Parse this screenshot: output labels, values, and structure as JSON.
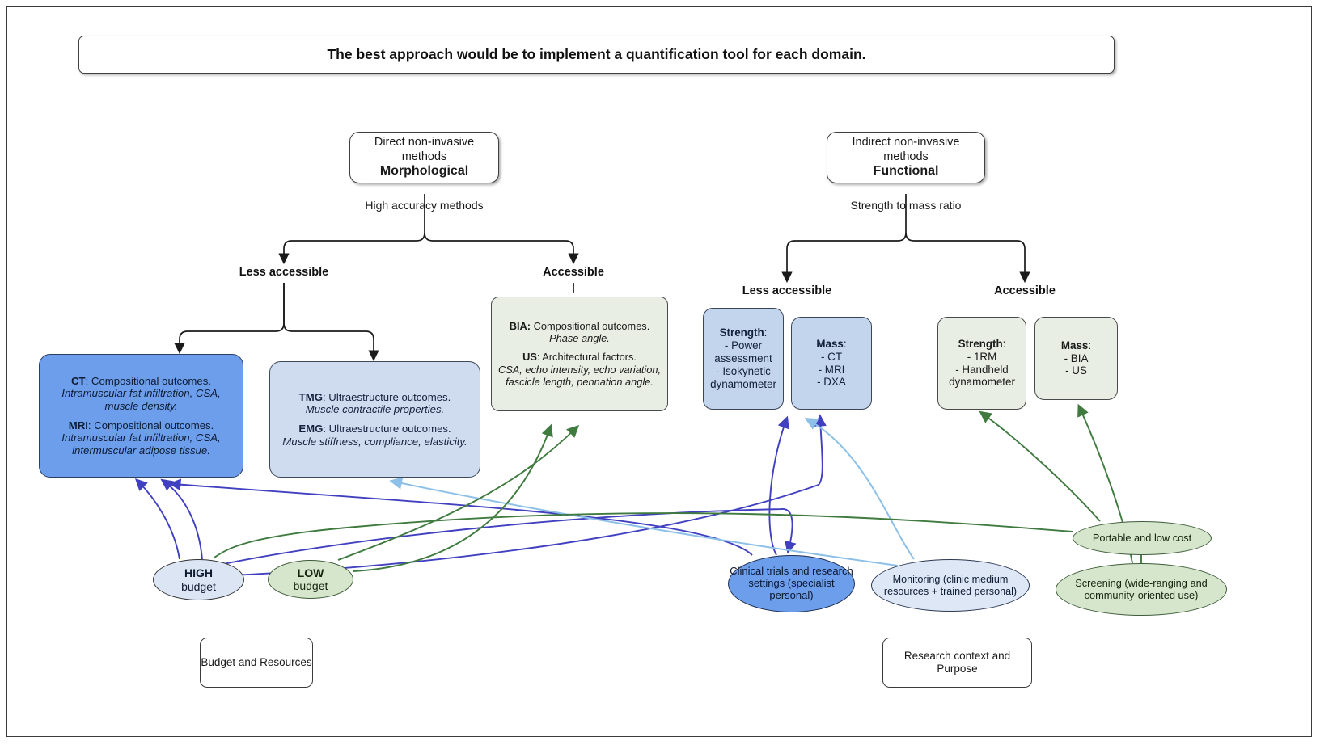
{
  "title": "The best approach would be to implement a quantification tool for each domain.",
  "branches": {
    "morphological": {
      "line1": "Direct non-invasive",
      "line2": "methods",
      "emphasis": "Morphological",
      "caption": "High accuracy methods",
      "left_label": "Less accessible",
      "right_label": "Accessible"
    },
    "functional": {
      "line1": "Indirect non-invasive",
      "line2": "methods",
      "emphasis": "Functional",
      "caption": "Strength to mass ratio",
      "left_label": "Less accessible",
      "right_label": "Accessible"
    }
  },
  "method_boxes": {
    "ct_mri": {
      "ct_label": "CT",
      "ct_text": ": Compositional outcomes.",
      "ct_italic": "Intramuscular fat infiltration, CSA, muscle density.",
      "mri_label": "MRI",
      "mri_text": ": Compositional outcomes.",
      "mri_italic": "Intramuscular fat infiltration, CSA, intermuscular adipose tissue."
    },
    "tmg_emg": {
      "tmg_label": "TMG",
      "tmg_text": ": Ultraestructure outcomes.",
      "tmg_italic": "Muscle contractile properties.",
      "emg_label": "EMG",
      "emg_text": ": Ultraestructure outcomes.",
      "emg_italic": "Muscle stiffness, compliance, elasticity."
    },
    "bia_us": {
      "bia_label": "BIA:",
      "bia_text": " Compositional outcomes.",
      "bia_italic": "Phase angle.",
      "us_label": "US",
      "us_text": ": Architectural factors.",
      "us_italic": "CSA, echo intensity, echo variation, fascicle length, pennation angle."
    },
    "strength_less": {
      "heading": "Strength",
      "colon": ":",
      "items": "- Power assessment\n- Isokynetic dynamometer"
    },
    "mass_less": {
      "heading": "Mass",
      "colon": ":",
      "items": "- CT\n- MRI\n- DXA"
    },
    "strength_acc": {
      "heading": "Strength",
      "colon": ":",
      "items": "- 1RM\n- Handheld dynamometer"
    },
    "mass_acc": {
      "heading": "Mass",
      "colon": ":",
      "items": "- BIA\n- US"
    }
  },
  "context_nodes": {
    "high_budget_bold": "HIGH",
    "high_budget_rest": "budget",
    "low_budget_bold": "LOW",
    "low_budget_rest": "budget",
    "clinical": "Clinical trials and research settings (specialist personal)",
    "monitoring": "Monitoring (clinic medium resources + trained personal)",
    "portable": "Portable and low cost",
    "screening": "Screening (wide-ranging and community-oriented use)"
  },
  "footers": {
    "budget": "Budget and Resources",
    "research": "Research context and Purpose"
  },
  "colors": {
    "dark_blue_fill": "#6d9eeb",
    "light_blue_fill": "#cfdcef",
    "pale_green_fill": "#e8eee4",
    "green_edge": "#3f7a3f",
    "blue_edge": "#4040c0",
    "light_blue_edge": "#8dc0e8",
    "frame": "#3a3a3a"
  }
}
